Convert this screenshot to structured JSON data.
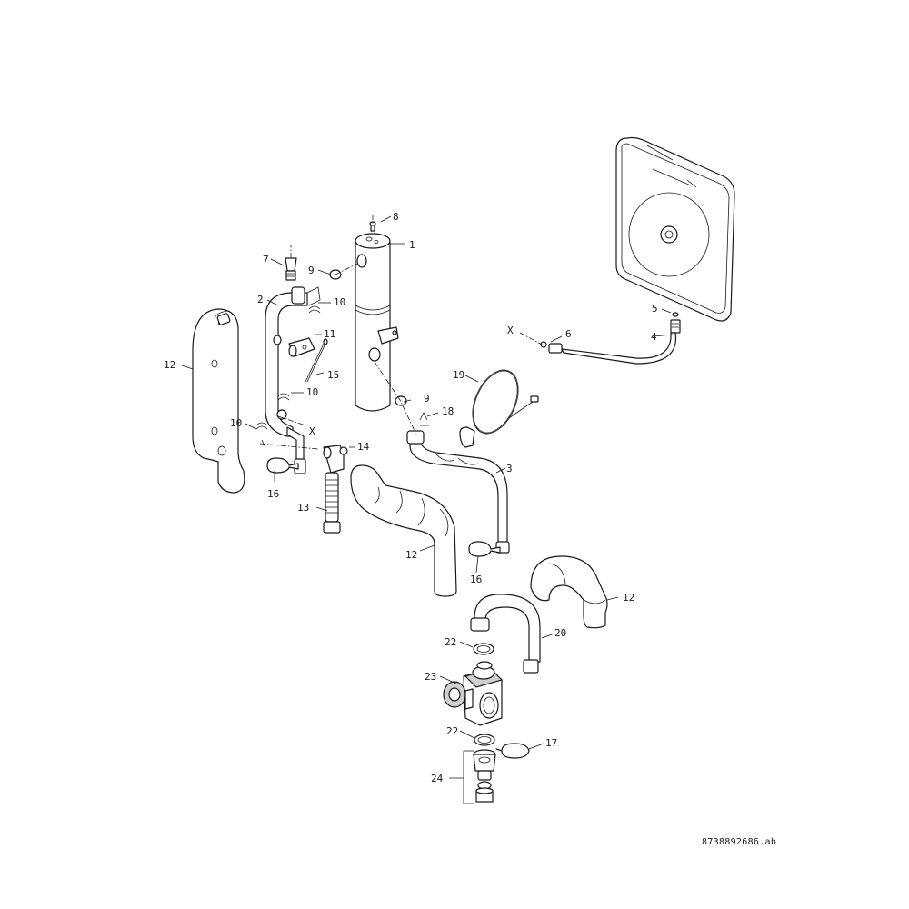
{
  "drawing": {
    "document_number": "8738892686.ab"
  },
  "callouts": {
    "p1": "1",
    "p2": "2",
    "p3": "3",
    "p4": "4",
    "p5": "5",
    "p6": "6",
    "p7": "7",
    "p8": "8",
    "p9a": "9",
    "p9b": "9",
    "p10a": "10",
    "p10b": "10",
    "p10c": "10",
    "p11": "11",
    "p12a": "12",
    "p12b": "12",
    "p12c": "12",
    "p13": "13",
    "p14": "14",
    "p15": "15",
    "p16a": "16",
    "p16b": "16",
    "p17": "17",
    "p18": "18",
    "p19": "19",
    "p20": "20",
    "p22a": "22",
    "p22b": "22",
    "p23": "23",
    "p24": "24",
    "xa": "X",
    "xb": "X"
  }
}
